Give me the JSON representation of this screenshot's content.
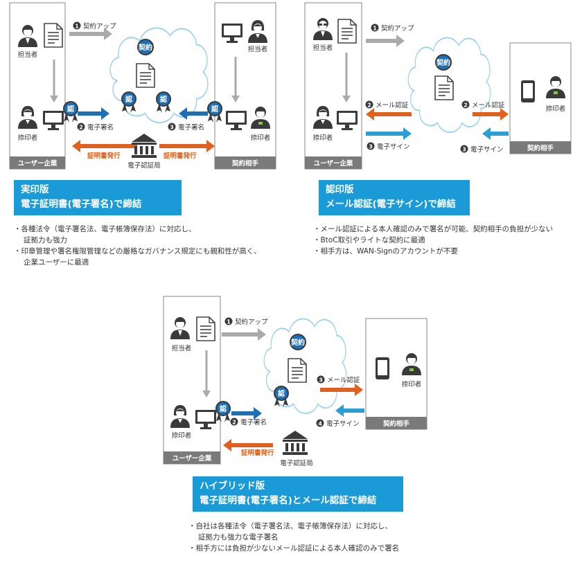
{
  "panels": {
    "jitsuin": {
      "labels": {
        "tantou": "担当者",
        "natsuin": "捺印者",
        "user_company": "ユーザー企業",
        "contract_party": "契約相手",
        "natsuin_right": "捺印者",
        "tantou_right": "担当者",
        "step1": "契約アップ",
        "step2": "電子署名",
        "step3": "電子署名",
        "cert_left": "証明書発行",
        "cert_right": "証明書発行",
        "ca": "電子認証局",
        "badge_contract": "契約",
        "badge_nin": "認"
      },
      "banner": [
        "実印版",
        "電子証明書(電子署名)で締結"
      ],
      "bullets": [
        "各種法令（電子署名法、電子帳簿保存法）に対応し、\n証拠力も強力",
        "印章管理や署名権限管理などの厳格なガバナンス規定にも親和性が高く、\n企業ユーザーに最適"
      ]
    },
    "ninin": {
      "labels": {
        "tantou": "担当者",
        "natsuin": "捺印者",
        "user_company": "ユーザー企業",
        "contract_party": "契約相手",
        "natsuin_right": "捺印者",
        "step1": "契約アップ",
        "step2_left": "メール認証",
        "step2_right": "メール認証",
        "step3_left": "電子サイン",
        "step3_right": "電子サイン",
        "badge_contract": "契約"
      },
      "banner": [
        "認印版",
        "メール認証(電子サイン)で締結"
      ],
      "bullets": [
        "メール認証による本人確認のみで署名が可能、契約相手の負担が少ない",
        "BtoC取引やライトな契約に最適",
        "相手方は、WAN-Signのアカウントが不要"
      ]
    },
    "hybrid": {
      "labels": {
        "tantou": "担当者",
        "natsuin": "捺印者",
        "user_company": "ユーザー企業",
        "contract_party": "契約相手",
        "natsuin_right": "捺印者",
        "step1": "契約アップ",
        "step2": "電子署名",
        "step3": "メール認証",
        "step4": "電子サイン",
        "cert": "証明書発行",
        "ca": "電子認証局",
        "badge_contract": "契約",
        "badge_nin": "認"
      },
      "banner": [
        "ハイブリッド版",
        "電子証明書(電子署名)とメール認証で締結"
      ],
      "bullets": [
        "自社は各種法令（電子署名法、電子帳簿保存法）に対応し、\n証拠力も強力な電子署名",
        "相手方には負担が少ないメール認証による本人確認のみで署名"
      ]
    }
  },
  "steps": {
    "s1": "1",
    "s2": "2",
    "s3": "3",
    "s4": "4"
  },
  "colors": {
    "accent_blue": "#1a9ad6",
    "arrow_blue": "#1e6fb5",
    "arrow_orange": "#e0601e",
    "gray_box": "#7a7a7a",
    "dark": "#3a3a3a"
  }
}
